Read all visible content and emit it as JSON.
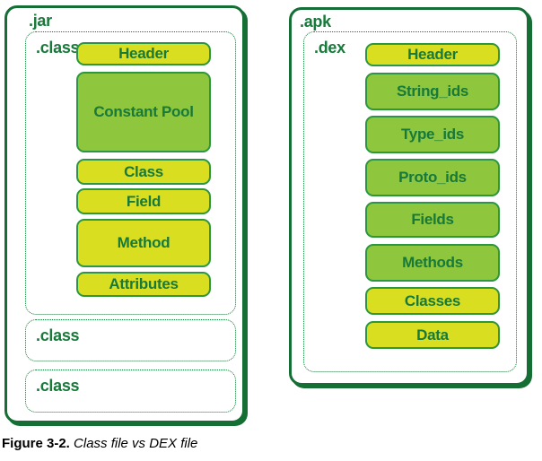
{
  "palette": {
    "dark_green": "#156f35",
    "text_green": "#17793a",
    "block_border": "#2c9640",
    "yellow": "#d9de20",
    "green": "#8ec63d",
    "caption_black": "#000000"
  },
  "figure": {
    "jar": {
      "label": ".jar",
      "class_full": {
        "label": ".class",
        "blocks": [
          {
            "label": "Header",
            "color": "yellow"
          },
          {
            "label": "Constant Pool",
            "color": "green"
          },
          {
            "label": "Class",
            "color": "yellow"
          },
          {
            "label": "Field",
            "color": "yellow"
          },
          {
            "label": "Method",
            "color": "yellow"
          },
          {
            "label": "Attributes",
            "color": "yellow"
          }
        ]
      },
      "empty_classes": [
        {
          "label": ".class"
        },
        {
          "label": ".class"
        }
      ]
    },
    "apk": {
      "label": ".apk",
      "dex": {
        "label": ".dex",
        "blocks": [
          {
            "label": "Header",
            "color": "yellow"
          },
          {
            "label": "String_ids",
            "color": "green"
          },
          {
            "label": "Type_ids",
            "color": "green"
          },
          {
            "label": "Proto_ids",
            "color": "green"
          },
          {
            "label": "Fields",
            "color": "green"
          },
          {
            "label": "Methods",
            "color": "green"
          },
          {
            "label": "Classes",
            "color": "yellow"
          },
          {
            "label": "Data",
            "color": "yellow"
          }
        ]
      }
    },
    "caption": {
      "label": "Figure 3-2.",
      "text": "Class file vs DEX file"
    }
  }
}
